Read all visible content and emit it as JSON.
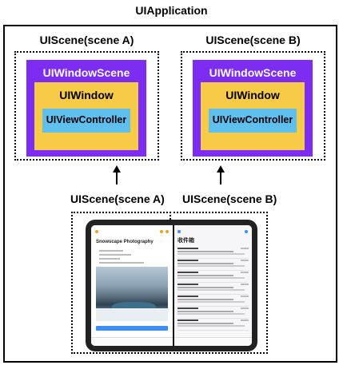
{
  "diagram": {
    "app_title": "UIApplication",
    "scene_a": {
      "title": "UIScene(scene A)",
      "window_scene": "UIWindowScene",
      "window": "UIWindow",
      "view_controller": "UIViewController"
    },
    "scene_b": {
      "title": "UIScene(scene B)",
      "window_scene": "UIWindowScene",
      "window": "UIWindow",
      "view_controller": "UIViewController"
    },
    "lower_scene_a_title": "UIScene(scene A)",
    "lower_scene_b_title": "UIScene(scene B)",
    "ipad": {
      "left_pane_title": "Snowscape Photography",
      "right_pane_title": "收件箱"
    }
  },
  "colors": {
    "window_scene": "#7d2cf2",
    "window": "#f7cb48",
    "view_controller": "#5fc0f0"
  }
}
